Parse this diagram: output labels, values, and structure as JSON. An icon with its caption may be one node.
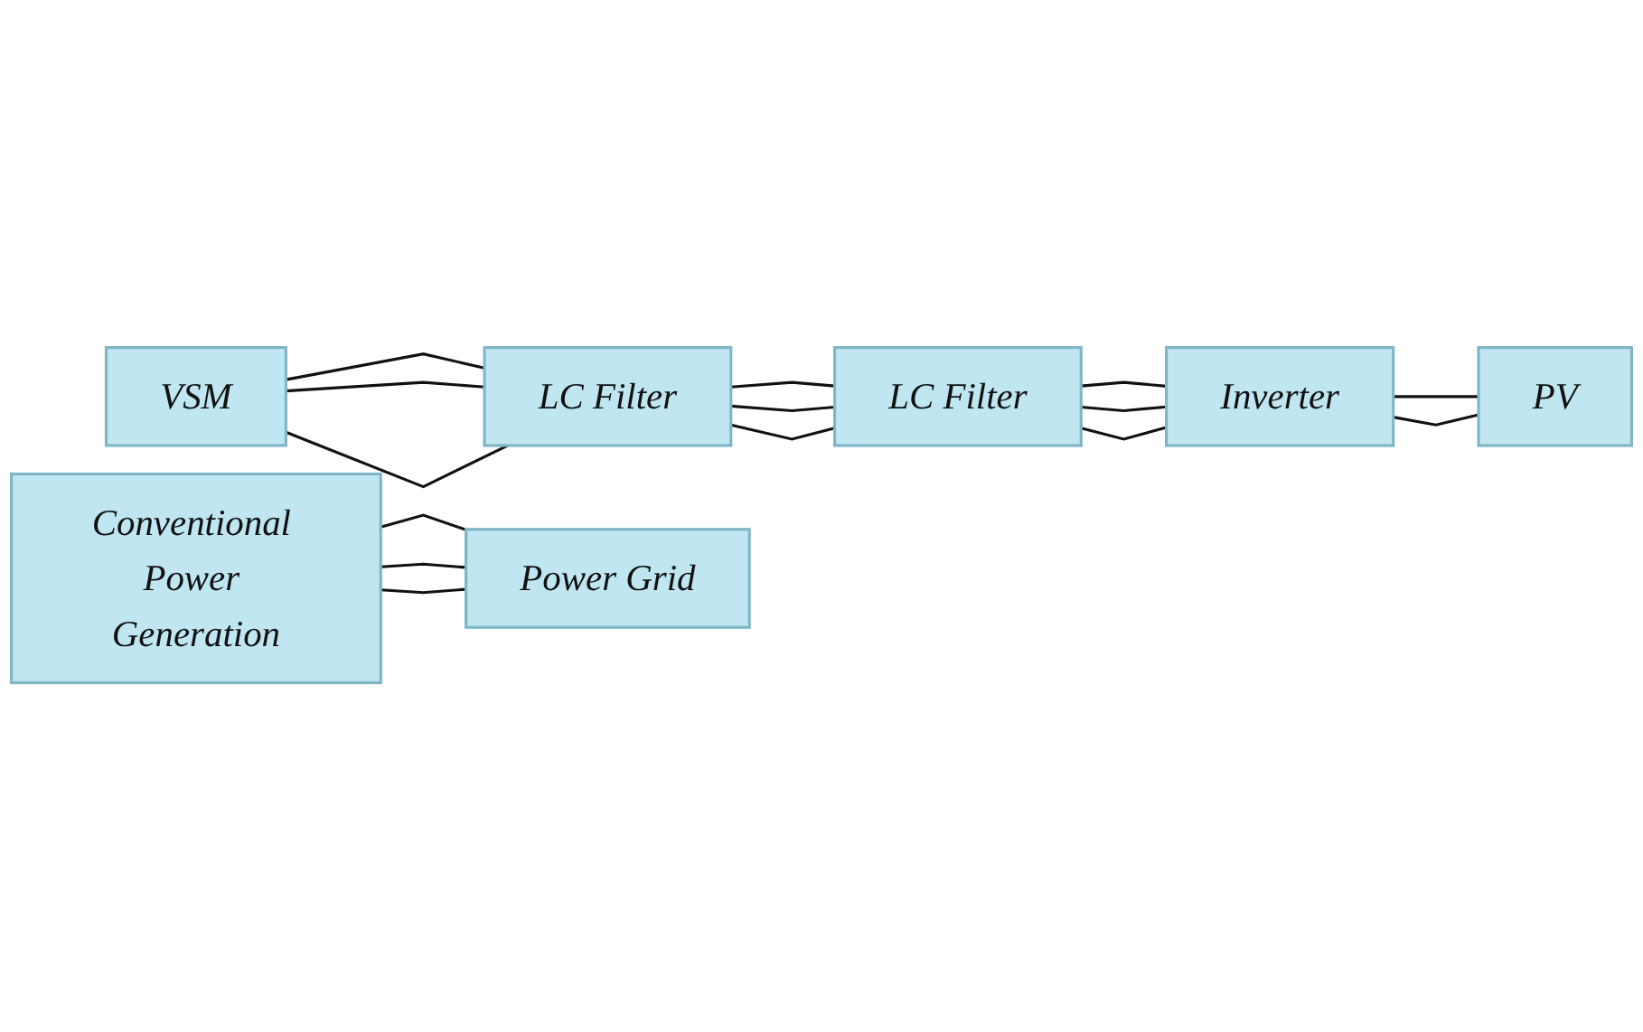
{
  "diagram": {
    "nodes": [
      {
        "text": [
          "Conventional Power Generation"
        ]
      },
      {
        "text": [
          "VSM"
        ]
      },
      {
        "text": [
          "LC Filter"
        ]
      },
      {
        "text": [
          "LC Filter"
        ]
      },
      {
        "text": [
          "Inverter"
        ]
      },
      {
        "text": [
          "PV"
        ]
      },
      {
        "text": [
          "Power Grid"
        ]
      }
    ],
    "edges": [
      {
        "from": 1,
        "to": 2,
        "arrow": "none"
      },
      {
        "from": 1,
        "to": 2,
        "arrow": "none"
      },
      {
        "from": 1,
        "to": 2,
        "arrow": "none"
      },
      {
        "from": 2,
        "to": 3,
        "arrow": "none"
      },
      {
        "from": 2,
        "to": 3,
        "arrow": "none"
      },
      {
        "from": 2,
        "to": 3,
        "arrow": "none"
      },
      {
        "from": 3,
        "to": 4,
        "arrow": "none"
      },
      {
        "from": 3,
        "to": 4,
        "arrow": "none"
      },
      {
        "from": 3,
        "to": 4,
        "arrow": "none"
      },
      {
        "from": 4,
        "to": 5,
        "arrow": "none"
      },
      {
        "from": 4,
        "to": 5,
        "arrow": "none"
      },
      {
        "from": 0,
        "to": 6,
        "arrow": "none"
      },
      {
        "from": 0,
        "to": 6,
        "arrow": "none"
      },
      {
        "from": 0,
        "to": 6,
        "arrow": "none"
      }
    ]
  }
}
